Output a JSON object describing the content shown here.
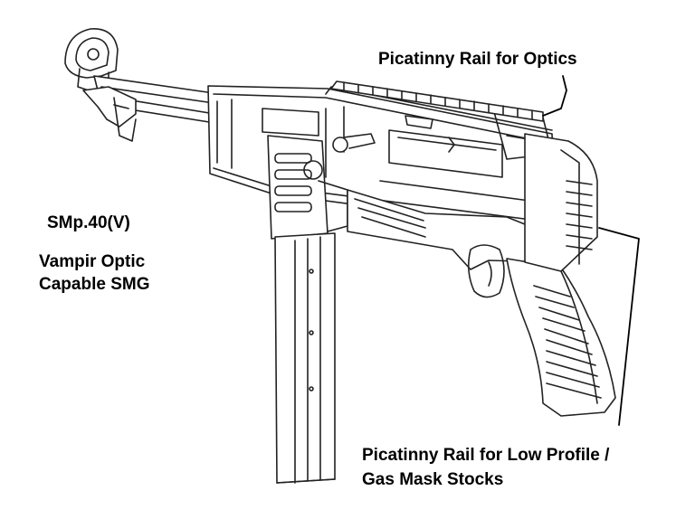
{
  "labels": {
    "rail_optics": "Picatinny Rail for Optics",
    "model": "SMp.40(V)",
    "desc_line1": "Vampir Optic",
    "desc_line2": "Capable SMG",
    "rail_stock_line1": "Picatinny Rail for Low Profile /",
    "rail_stock_line2": "Gas Mask Stocks"
  },
  "colors": {
    "ink": "#000000",
    "background": "#ffffff"
  }
}
